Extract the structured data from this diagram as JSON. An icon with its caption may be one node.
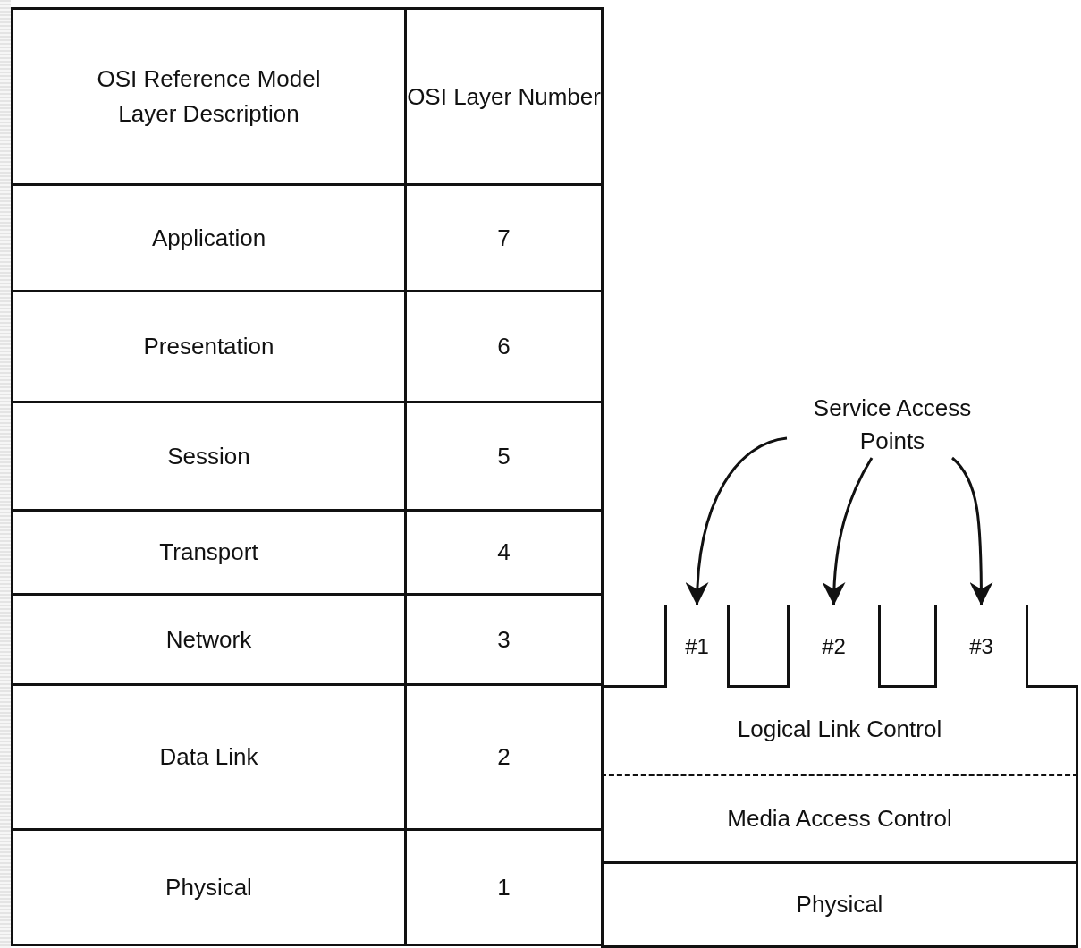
{
  "diagram": {
    "nodes": [
      {
        "text": [
          "Service Access Points"
        ]
      },
      {
        "text": [
          "#1"
        ]
      },
      {
        "text": [
          "#2"
        ]
      },
      {
        "text": [
          "#3"
        ]
      },
      {
        "text": [
          "Logical Link Control"
        ]
      },
      {
        "text": [
          "Media Access Control"
        ]
      },
      {
        "text": [
          "Physical"
        ]
      }
    ],
    "edges": [
      {
        "from": 0,
        "to": 1,
        "arrow": "to"
      },
      {
        "from": 0,
        "to": 2,
        "arrow": "to"
      },
      {
        "from": 0,
        "to": 3,
        "arrow": "to"
      }
    ],
    "labels": [
      "OSI Reference Model Layer Description",
      "OSI Layer Number",
      "Application",
      "7",
      "Presentation",
      "6",
      "Session",
      "5",
      "Transport",
      "4",
      "Network",
      "3",
      "Data Link",
      "2",
      "Physical",
      "1"
    ]
  }
}
